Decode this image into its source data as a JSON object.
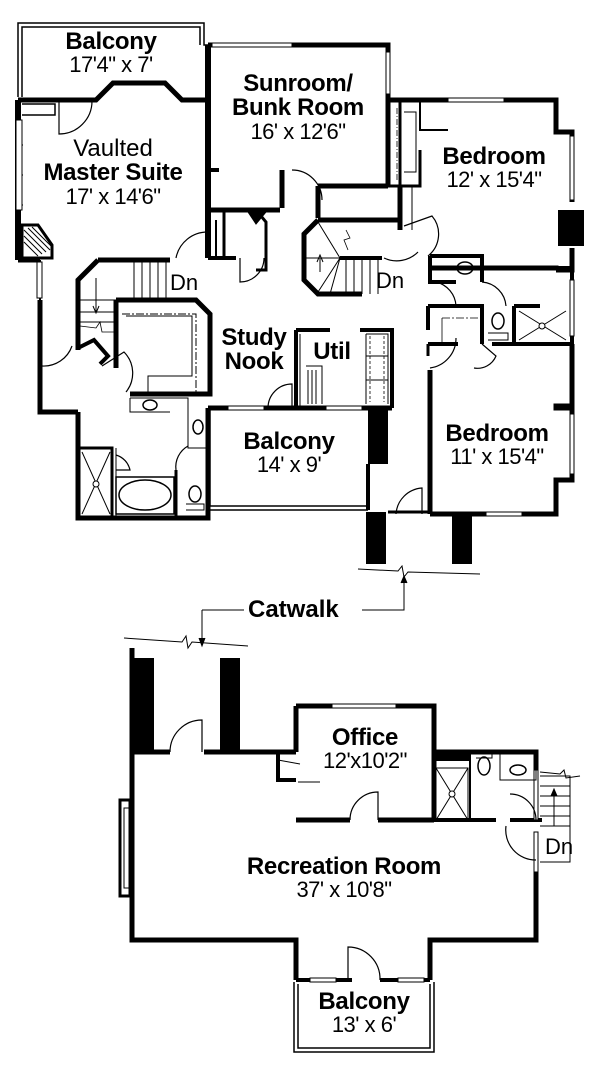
{
  "upper_floor": {
    "rooms": [
      {
        "id": "balcony-master",
        "name": "Balcony",
        "dims": "17'4\" x 7'"
      },
      {
        "id": "master-suite",
        "prefix": "Vaulted",
        "name": "Master Suite",
        "dims": "17' x 14'6\""
      },
      {
        "id": "sunroom",
        "name_line1": "Sunroom/",
        "name_line2": "Bunk Room",
        "dims": "16' x 12'6\""
      },
      {
        "id": "bedroom-1",
        "name": "Bedroom",
        "dims": "12' x 15'4\""
      },
      {
        "id": "study-nook",
        "name_line1": "Study",
        "name_line2": "Nook"
      },
      {
        "id": "util",
        "name": "Util"
      },
      {
        "id": "balcony-middle",
        "name": "Balcony",
        "dims": "14' x 9'"
      },
      {
        "id": "bedroom-2",
        "name": "Bedroom",
        "dims": "11' x 15'4\""
      }
    ],
    "stairs": [
      {
        "label": "Dn"
      },
      {
        "label": "Dn"
      }
    ]
  },
  "connector": {
    "label": "Catwalk"
  },
  "lower_floor": {
    "rooms": [
      {
        "id": "office",
        "name": "Office",
        "dims": "12'x10'2\""
      },
      {
        "id": "recreation-room",
        "name": "Recreation Room",
        "dims": "37' x 10'8\""
      },
      {
        "id": "balcony-rec",
        "name": "Balcony",
        "dims": "13' x 6'"
      }
    ],
    "stairs": [
      {
        "label": "Dn"
      }
    ]
  },
  "colors": {
    "wall": "#000000",
    "background": "#ffffff"
  }
}
